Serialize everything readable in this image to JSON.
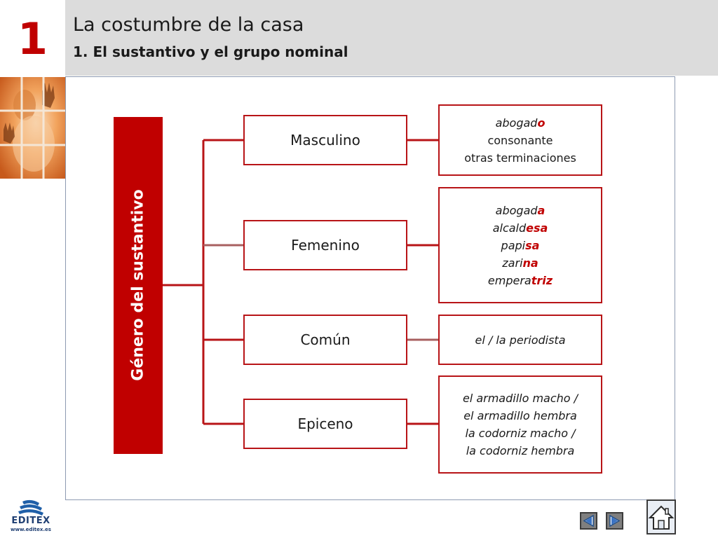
{
  "header": {
    "unit_number": "1",
    "title": "La costumbre de la casa",
    "subtitle": "1. El sustantivo y el grupo nominal"
  },
  "diagram": {
    "root_label": "Género del sustantivo",
    "categories": [
      {
        "label": "Masculino",
        "examples": [
          {
            "base": "abogad",
            "ending": "o",
            "style": "italic"
          },
          {
            "base": "consonante",
            "ending": "",
            "style": "normal"
          },
          {
            "base": "otras terminaciones",
            "ending": "",
            "style": "normal"
          }
        ]
      },
      {
        "label": "Femenino",
        "examples": [
          {
            "base": "abogad",
            "ending": "a",
            "style": "italic"
          },
          {
            "base": "alcald",
            "ending": "esa",
            "style": "italic"
          },
          {
            "base": "papi",
            "ending": "sa",
            "style": "italic"
          },
          {
            "base": "zari",
            "ending": "na",
            "style": "italic"
          },
          {
            "base": "empera",
            "ending": "triz",
            "style": "italic"
          }
        ]
      },
      {
        "label": "Común",
        "examples": [
          {
            "base": "el / la periodista",
            "ending": "",
            "style": "italic"
          }
        ]
      },
      {
        "label": "Epiceno",
        "examples": [
          {
            "base": "el armadillo macho /",
            "ending": "",
            "style": "italic"
          },
          {
            "base": "el armadillo hembra",
            "ending": "",
            "style": "italic"
          },
          {
            "base": "la codorniz macho /",
            "ending": "",
            "style": "italic"
          },
          {
            "base": "la codorniz hembra",
            "ending": "",
            "style": "italic"
          }
        ]
      }
    ]
  },
  "footer": {
    "logo_text": "EDITEX",
    "logo_url_text": "www.editex.es",
    "nav_icons": [
      "prev-arrow-icon",
      "next-arrow-icon",
      "home-icon"
    ]
  },
  "colors": {
    "accent": "#c00000",
    "box_border": "#b81417",
    "header_bg": "#dcdcdc",
    "frame_border": "#8d9ab1"
  }
}
